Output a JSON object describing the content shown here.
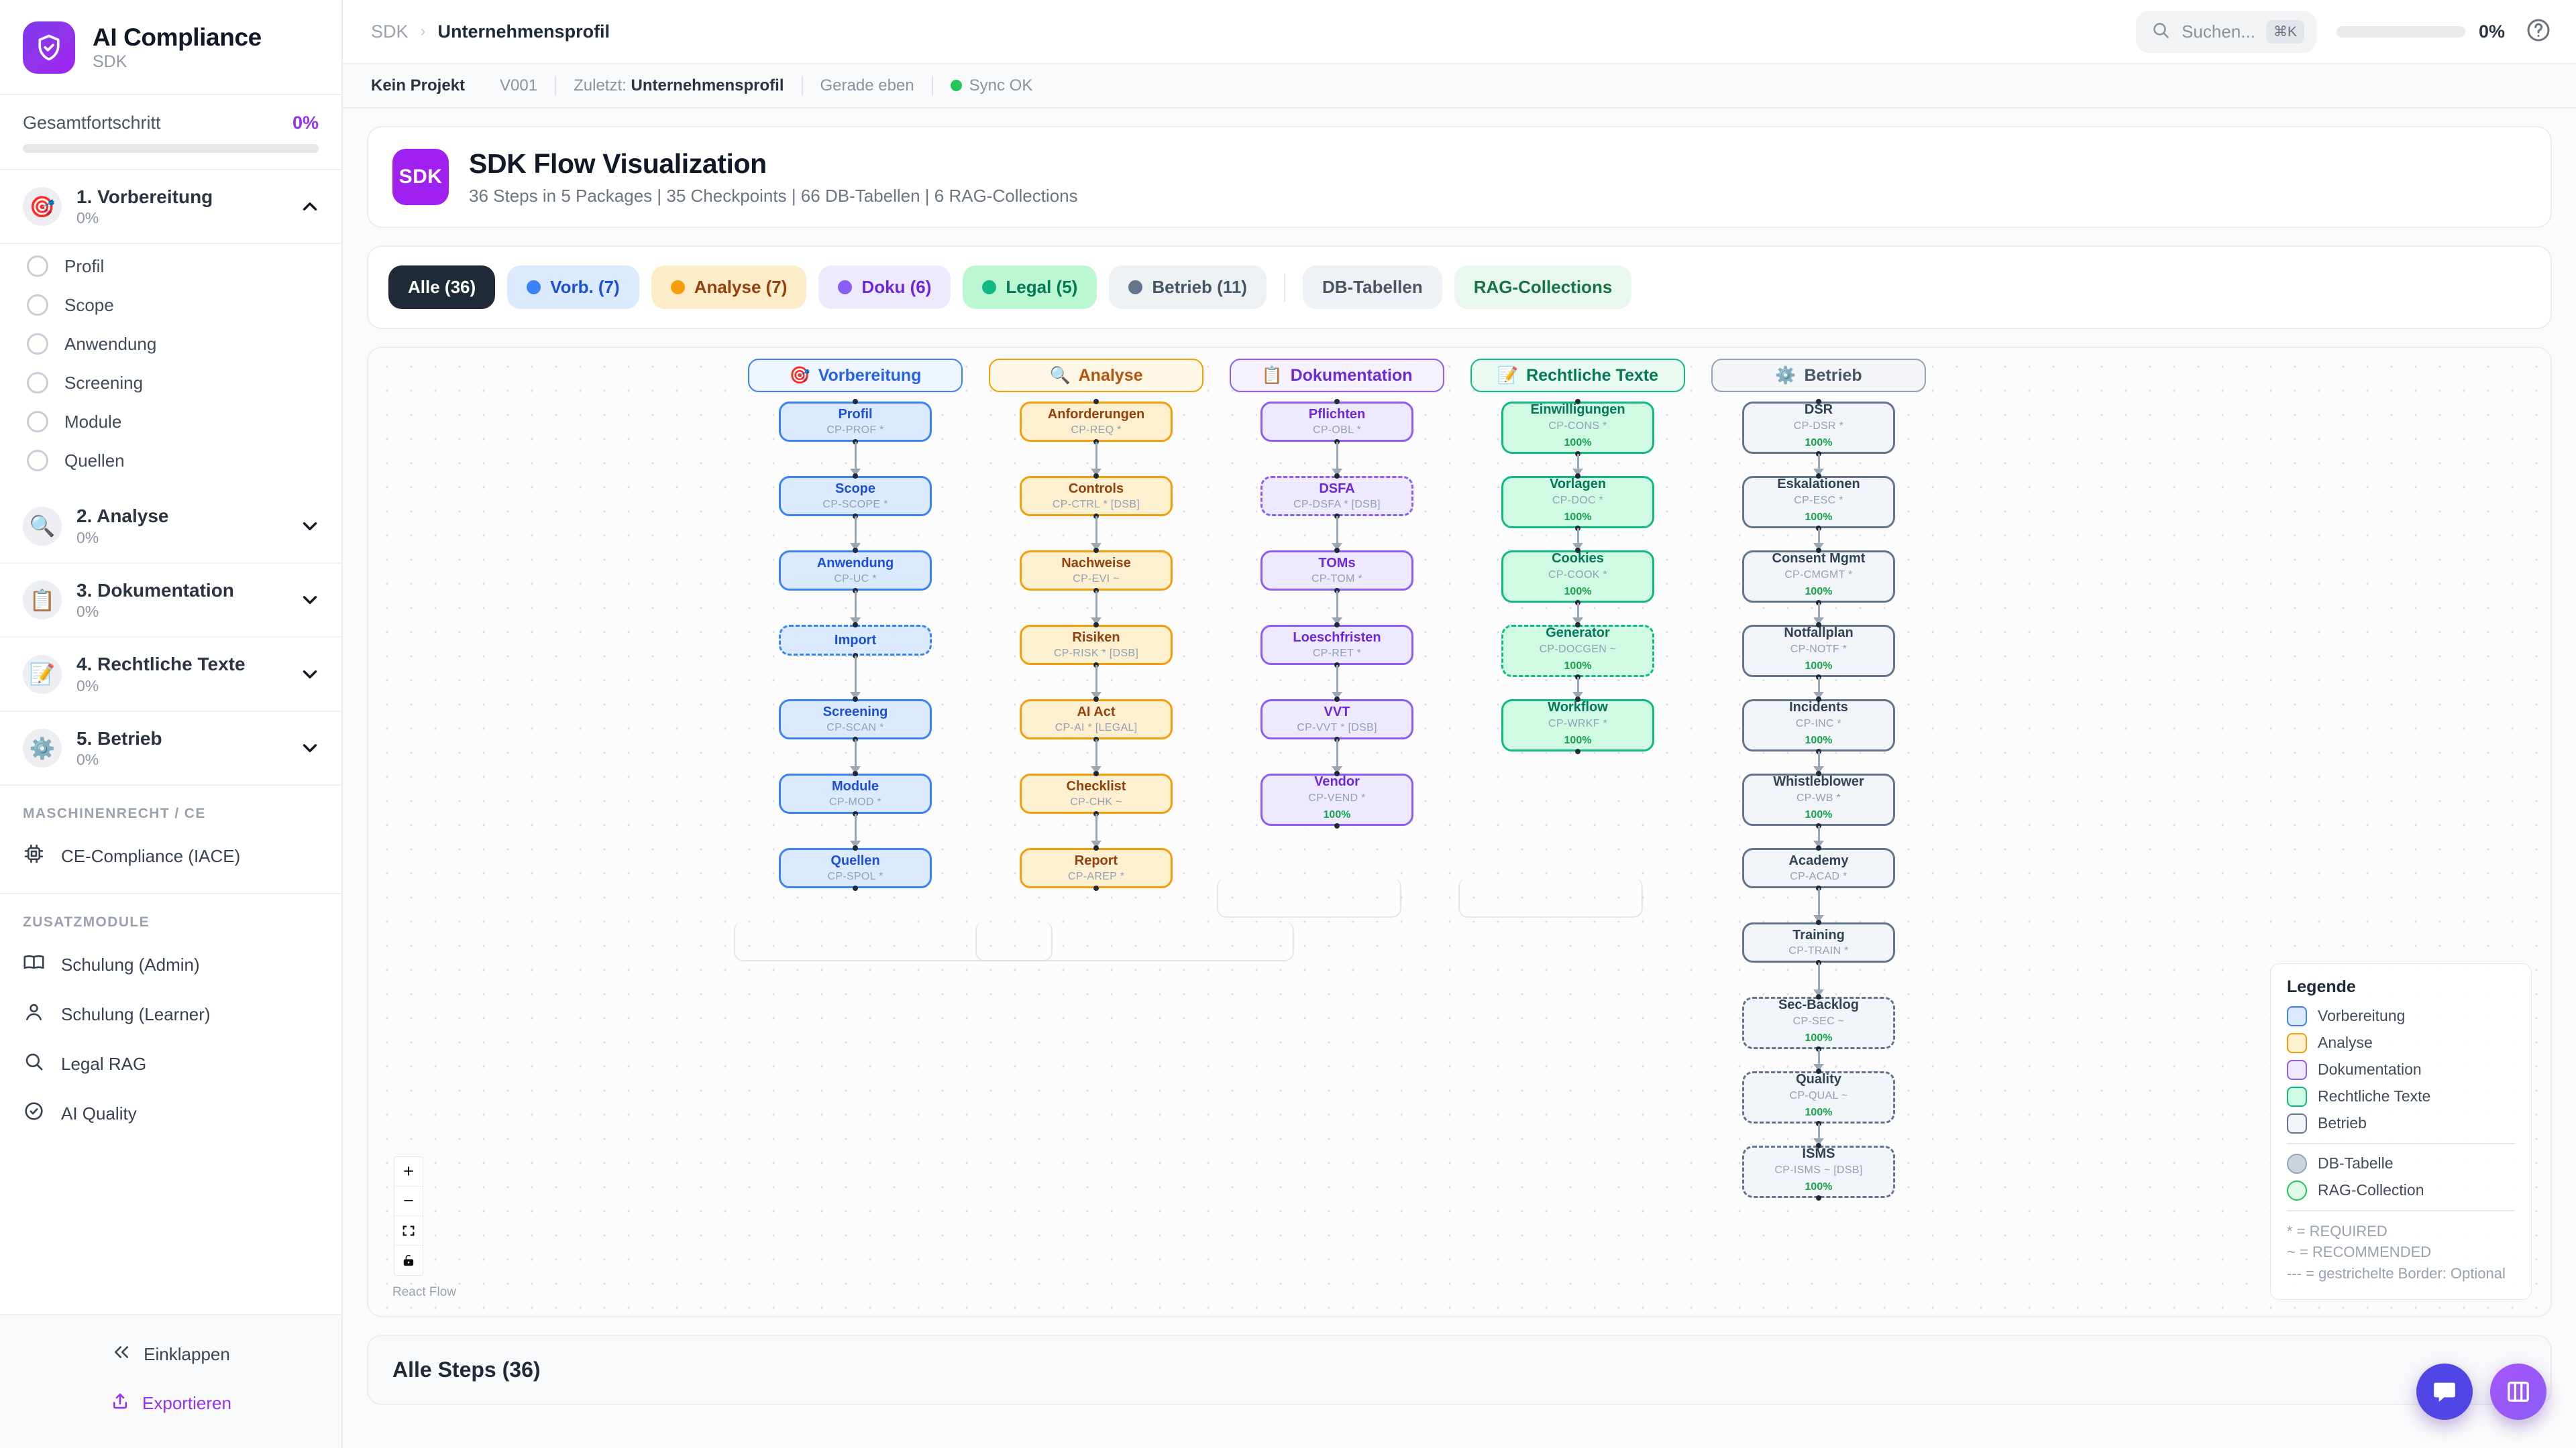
{
  "sidebar": {
    "brand": {
      "title": "AI Compliance",
      "subtitle": "SDK",
      "logo_icon": "shield-check-icon"
    },
    "progress": {
      "label": "Gesamtfortschritt",
      "value": "0%",
      "percent": 0
    },
    "phases": [
      {
        "icon": "dart-target-icon",
        "name": "1. Vorbereitung",
        "pct": "0%",
        "expanded": true,
        "items": [
          "Profil",
          "Scope",
          "Anwendung",
          "Screening",
          "Module",
          "Quellen"
        ]
      },
      {
        "icon": "magnifier-icon",
        "name": "2. Analyse",
        "pct": "0%",
        "expanded": false,
        "items": []
      },
      {
        "icon": "clipboard-icon",
        "name": "3. Dokumentation",
        "pct": "0%",
        "expanded": false,
        "items": []
      },
      {
        "icon": "memo-pencil-icon",
        "name": "4. Rechtliche Texte",
        "pct": "0%",
        "expanded": false,
        "items": []
      },
      {
        "icon": "gear-icon",
        "name": "5. Betrieb",
        "pct": "0%",
        "expanded": false,
        "items": []
      }
    ],
    "section_machine": {
      "label": "MASCHINENRECHT / CE",
      "items": [
        {
          "icon": "chip-icon",
          "label": "CE-Compliance (IACE)"
        }
      ]
    },
    "section_modules": {
      "label": "ZUSATZMODULE",
      "items": [
        {
          "icon": "book-icon",
          "label": "Schulung (Admin)"
        },
        {
          "icon": "user-icon",
          "label": "Schulung (Learner)"
        },
        {
          "icon": "search-icon",
          "label": "Legal RAG"
        },
        {
          "icon": "check-circle-icon",
          "label": "AI Quality"
        }
      ]
    },
    "footer": {
      "collapse": "Einklappen",
      "collapse_icon": "chevrons-left-icon",
      "export": "Exportieren",
      "export_icon": "upload-icon"
    }
  },
  "topbar": {
    "breadcrumb": {
      "root": "SDK",
      "separator": "›",
      "current": "Unternehmensprofil"
    },
    "search": {
      "placeholder": "Suchen...",
      "shortcut": "⌘K",
      "icon": "search-icon"
    },
    "progress": {
      "value": "0%",
      "percent": 0
    },
    "help_icon": "question-circle-icon"
  },
  "statusbar": {
    "project": "Kein Projekt",
    "version": "V001",
    "last_label": "Zuletzt:",
    "last_value": "Unternehmensprofil",
    "time": "Gerade eben",
    "sync": "Sync OK",
    "sync_color": "#22c55e"
  },
  "hero": {
    "badge": "SDK",
    "title": "SDK Flow Visualization",
    "subtitle": "36 Steps in 5 Packages | 35 Checkpoints | 66 DB-Tabellen | 6 RAG-Collections"
  },
  "filters": [
    {
      "id": "alle",
      "label": "Alle (36)",
      "class": "pill-all",
      "dot": false,
      "active": true
    },
    {
      "id": "vorb",
      "label": "Vorb. (7)",
      "class": "pill-vorb",
      "dot": true,
      "active": false
    },
    {
      "id": "analyse",
      "label": "Analyse (7)",
      "class": "pill-ana",
      "dot": true,
      "active": false
    },
    {
      "id": "doku",
      "label": "Doku (6)",
      "class": "pill-doku",
      "dot": true,
      "active": false
    },
    {
      "id": "legal",
      "label": "Legal (5)",
      "class": "pill-legal",
      "dot": true,
      "active": false
    },
    {
      "id": "betrieb",
      "label": "Betrieb (11)",
      "class": "pill-betr",
      "dot": true,
      "active": false
    },
    {
      "id": "db",
      "label": "DB-Tabellen",
      "class": "pill-db",
      "dot": false,
      "active": false
    },
    {
      "id": "rag",
      "label": "RAG-Collections",
      "class": "pill-rag",
      "dot": false,
      "active": false
    }
  ],
  "flow": {
    "groups": [
      {
        "label": "Vorbereitung",
        "icon": "dart-target-icon",
        "color": "#3b82f6",
        "bg": "#eff6ff",
        "text": "#2563eb"
      },
      {
        "label": "Analyse",
        "icon": "magnifier-icon",
        "color": "#f59e0b",
        "bg": "#fef7e6",
        "text": "#b45309"
      },
      {
        "label": "Dokumentation",
        "icon": "clipboard-icon",
        "color": "#8b5cf6",
        "bg": "#f5f2ff",
        "text": "#6d28d9"
      },
      {
        "label": "Rechtliche Texte",
        "icon": "memo-pencil-icon",
        "color": "#10b981",
        "bg": "#e9fbf1",
        "text": "#047857"
      },
      {
        "label": "Betrieb",
        "icon": "gear-icon",
        "color": "#94a3b8",
        "bg": "#f3f5f8",
        "text": "#475569"
      }
    ],
    "columns": [
      {
        "key": "vorbereitung",
        "border": "#3b82f6",
        "fill": "#dbeafe",
        "title": "#1d4ed8",
        "nodes": [
          {
            "title": "Profil",
            "code": "CP-PROF *",
            "dashed": false,
            "pct": null
          },
          {
            "title": "Scope",
            "code": "CP-SCOPE *",
            "dashed": false,
            "pct": null
          },
          {
            "title": "Anwendung",
            "code": "CP-UC *",
            "dashed": false,
            "pct": null
          },
          {
            "title": "Import",
            "code": "",
            "dashed": true,
            "pct": null
          },
          {
            "title": "Screening",
            "code": "CP-SCAN *",
            "dashed": false,
            "pct": null
          },
          {
            "title": "Module",
            "code": "CP-MOD *",
            "dashed": false,
            "pct": null
          },
          {
            "title": "Quellen",
            "code": "CP-SPOL *",
            "dashed": false,
            "pct": null
          }
        ]
      },
      {
        "key": "analyse",
        "border": "#f59e0b",
        "fill": "#fdf0d0",
        "title": "#92400e",
        "nodes": [
          {
            "title": "Anforderungen",
            "code": "CP-REQ *",
            "dashed": false,
            "pct": null
          },
          {
            "title": "Controls",
            "code": "CP-CTRL * [DSB]",
            "dashed": false,
            "pct": null
          },
          {
            "title": "Nachweise",
            "code": "CP-EVI ~",
            "dashed": false,
            "pct": null
          },
          {
            "title": "Risiken",
            "code": "CP-RISK * [DSB]",
            "dashed": false,
            "pct": null
          },
          {
            "title": "AI Act",
            "code": "CP-AI * [LEGAL]",
            "dashed": false,
            "pct": null
          },
          {
            "title": "Checklist",
            "code": "CP-CHK ~",
            "dashed": false,
            "pct": null
          },
          {
            "title": "Report",
            "code": "CP-AREP *",
            "dashed": false,
            "pct": null
          }
        ]
      },
      {
        "key": "dokumentation",
        "border": "#8b5cf6",
        "fill": "#ede9fe",
        "title": "#6d28d9",
        "nodes": [
          {
            "title": "Pflichten",
            "code": "CP-OBL *",
            "dashed": false,
            "pct": null
          },
          {
            "title": "DSFA",
            "code": "CP-DSFA * [DSB]",
            "dashed": true,
            "pct": null
          },
          {
            "title": "TOMs",
            "code": "CP-TOM *",
            "dashed": false,
            "pct": null
          },
          {
            "title": "Loeschfristen",
            "code": "CP-RET *",
            "dashed": false,
            "pct": null
          },
          {
            "title": "VVT",
            "code": "CP-VVT * [DSB]",
            "dashed": false,
            "pct": null
          },
          {
            "title": "Vendor",
            "code": "CP-VEND *",
            "dashed": false,
            "pct": "100%"
          }
        ]
      },
      {
        "key": "rechtliche",
        "border": "#10b981",
        "fill": "#d1fae5",
        "title": "#047857",
        "nodes": [
          {
            "title": "Einwilligungen",
            "code": "CP-CONS *",
            "dashed": false,
            "pct": "100%"
          },
          {
            "title": "Vorlagen",
            "code": "CP-DOC *",
            "dashed": false,
            "pct": "100%"
          },
          {
            "title": "Cookies",
            "code": "CP-COOK *",
            "dashed": false,
            "pct": "100%"
          },
          {
            "title": "Generator",
            "code": "CP-DOCGEN ~",
            "dashed": true,
            "pct": "100%"
          },
          {
            "title": "Workflow",
            "code": "CP-WRKF *",
            "dashed": false,
            "pct": "100%"
          }
        ]
      },
      {
        "key": "betrieb",
        "border": "#64748b",
        "fill": "#f1f5f9",
        "title": "#334155",
        "nodes": [
          {
            "title": "DSR",
            "code": "CP-DSR *",
            "dashed": false,
            "pct": "100%"
          },
          {
            "title": "Eskalationen",
            "code": "CP-ESC *",
            "dashed": false,
            "pct": "100%"
          },
          {
            "title": "Consent Mgmt",
            "code": "CP-CMGMT *",
            "dashed": false,
            "pct": "100%"
          },
          {
            "title": "Notfallplan",
            "code": "CP-NOTF *",
            "dashed": false,
            "pct": "100%"
          },
          {
            "title": "Incidents",
            "code": "CP-INC *",
            "dashed": false,
            "pct": "100%"
          },
          {
            "title": "Whistleblower",
            "code": "CP-WB *",
            "dashed": false,
            "pct": "100%"
          },
          {
            "title": "Academy",
            "code": "CP-ACAD *",
            "dashed": false,
            "pct": null
          },
          {
            "title": "Training",
            "code": "CP-TRAIN *",
            "dashed": false,
            "pct": null
          },
          {
            "title": "Sec-Backlog",
            "code": "CP-SEC ~",
            "dashed": true,
            "pct": "100%"
          },
          {
            "title": "Quality",
            "code": "CP-QUAL ~",
            "dashed": true,
            "pct": "100%"
          },
          {
            "title": "ISMS",
            "code": "CP-ISMS ~ [DSB]",
            "dashed": true,
            "pct": "100%"
          }
        ]
      }
    ],
    "controls": {
      "zoom_in": "+",
      "zoom_out": "−",
      "fit_view": "fit-view-icon",
      "lock": "lock-icon"
    },
    "attribution": "React Flow",
    "legend": {
      "heading": "Legende",
      "packages": [
        {
          "label": "Vorbereitung",
          "fill": "#dbeafe",
          "border": "#3b82f6"
        },
        {
          "label": "Analyse",
          "fill": "#fdf0d0",
          "border": "#f59e0b"
        },
        {
          "label": "Dokumentation",
          "fill": "#ede9fe",
          "border": "#8b5cf6"
        },
        {
          "label": "Rechtliche Texte",
          "fill": "#d1fae5",
          "border": "#10b981"
        },
        {
          "label": "Betrieb",
          "fill": "#f1f5f9",
          "border": "#64748b"
        }
      ],
      "shapes": [
        {
          "label": "DB-Tabelle",
          "fill": "#cbd5e1",
          "border": "#94a3b8"
        },
        {
          "label": "RAG-Collection",
          "fill": "#dcfce7",
          "border": "#22c55e"
        }
      ],
      "notes": [
        "* = REQUIRED",
        "~ = RECOMMENDED",
        "--- = gestrichelte Border: Optional"
      ]
    }
  },
  "steps_section": {
    "title": "Alle Steps (36)"
  },
  "fabs": [
    {
      "id": "chat",
      "icon": "chat-bubble-icon",
      "class": "fab-chat"
    },
    {
      "id": "panel",
      "icon": "panels-icon",
      "class": "fab-panel"
    }
  ]
}
